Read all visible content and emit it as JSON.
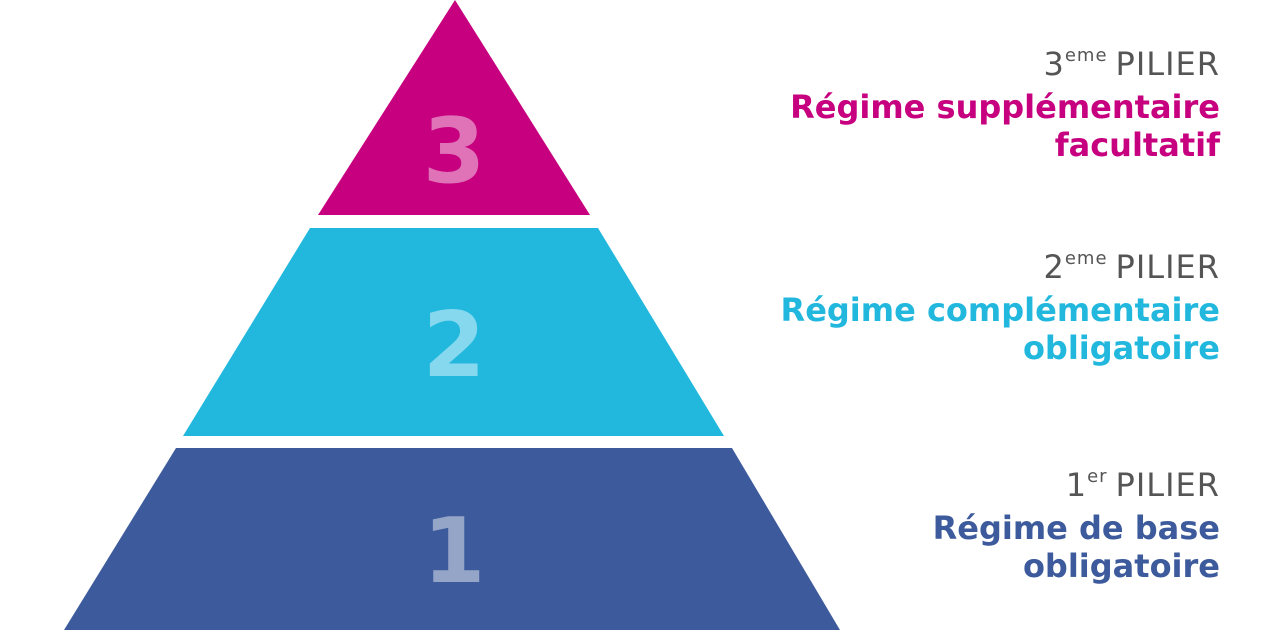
{
  "pillars": [
    {
      "number": "3",
      "ordinal": "3",
      "suffix": "eme",
      "title": "PILIER",
      "name": "Régime supplémentaire facultatif",
      "color": "#c6007e"
    },
    {
      "number": "2",
      "ordinal": "2",
      "suffix": "eme",
      "title": "PILIER",
      "name": "Régime complémentaire obligatoire",
      "color": "#22b8de"
    },
    {
      "number": "1",
      "ordinal": "1",
      "suffix": "er",
      "title": "PILIER",
      "name": "Régime de base obligatoire",
      "color": "#3d5b9c"
    }
  ]
}
